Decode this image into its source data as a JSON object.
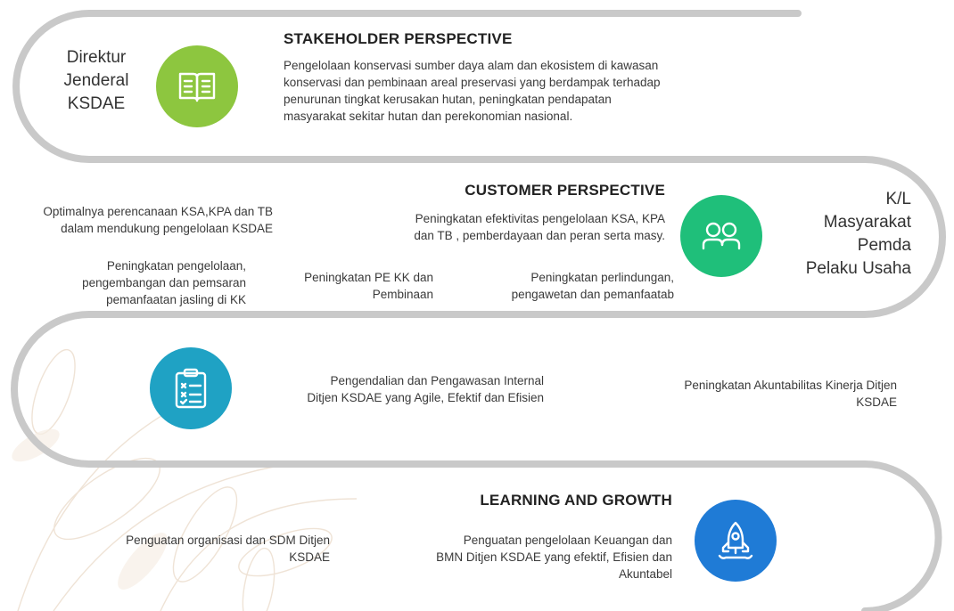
{
  "colors": {
    "track": "#c9c9c9",
    "stakeholder": "#8dc63f",
    "customer": "#1fbf7a",
    "internal": "#1fa2c4",
    "learning": "#1f7bd6"
  },
  "stakeholder": {
    "heading": "STAKEHOLDER PERSPECTIVE",
    "actor_lines": [
      "Direktur",
      "Jenderal",
      "KSDAE"
    ],
    "description_lines": [
      "Pengelolaan konservasi sumber daya alam dan ekosistem di kawasan",
      "konservasi dan pembinaan areal preservasi  yang berdampak terhadap",
      "penurunan tingkat kerusakan hutan, peningkatan pendapatan",
      "masyarakat sekitar hutan dan perekonomian nasional."
    ],
    "icon": "book-icon"
  },
  "customer": {
    "heading": "CUSTOMER PERSPECTIVE",
    "actor_lines": [
      "K/L",
      "Masyarakat",
      "Pemda",
      "Pelaku Usaha"
    ],
    "goal1_lines": [
      "Peningkatan efektivitas pengelolaan KSA, KPA",
      "dan TB , pemberdayaan dan peran serta masy."
    ],
    "goal2_lines": [
      "Optimalnya perencanaan KSA,KPA dan TB",
      "dalam mendukung pengelolaan  KSDAE"
    ],
    "goal3_lines": [
      "Peningkatan pengelolaan,",
      "pengembangan dan pemsaran",
      "pemanfaatan jasling di KK"
    ],
    "goal4_lines": [
      "Peningkatan PE KK dan",
      "Pembinaan"
    ],
    "goal5_lines": [
      "Peningkatan perlindungan,",
      "pengawetan dan pemanfaatab"
    ],
    "icon": "people-icon"
  },
  "internal": {
    "goal1_lines": [
      "Pengendalian dan Pengawasan Internal",
      "Ditjen KSDAE yang Agile, Efektif dan Efisien"
    ],
    "goal2_lines": [
      "Peningkatan Akuntabilitas Kinerja  Ditjen",
      "KSDAE"
    ],
    "icon": "checklist-icon"
  },
  "learning": {
    "heading": "LEARNING AND GROWTH",
    "goal1_lines": [
      "Penguatan organisasi dan SDM Ditjen",
      "KSDAE"
    ],
    "goal2_lines": [
      "Penguatan pengelolaan Keuangan dan",
      "BMN Ditjen KSDAE  yang efektif, Efisien dan",
      "Akuntabel"
    ],
    "icon": "rocket-icon"
  }
}
